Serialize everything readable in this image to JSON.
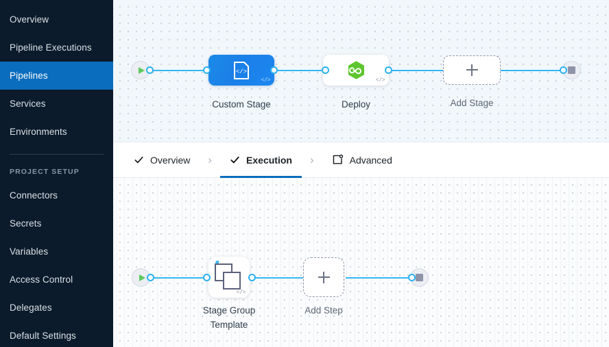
{
  "sidebar": {
    "items": [
      {
        "label": "Overview",
        "active": false
      },
      {
        "label": "Pipeline Executions",
        "active": false
      },
      {
        "label": "Pipelines",
        "active": true
      },
      {
        "label": "Services",
        "active": false
      },
      {
        "label": "Environments",
        "active": false
      }
    ],
    "section_label": "PROJECT SETUP",
    "setup_items": [
      {
        "label": "Connectors"
      },
      {
        "label": "Secrets"
      },
      {
        "label": "Variables"
      },
      {
        "label": "Access Control"
      },
      {
        "label": "Delegates"
      },
      {
        "label": "Default Settings"
      }
    ],
    "colors": {
      "background": "#0b1b2b",
      "active_background": "#0b6dbd",
      "text": "#d9e0e6"
    }
  },
  "tabs": {
    "items": [
      {
        "label": "Overview",
        "icon": "check-icon",
        "state": "complete",
        "active": false
      },
      {
        "label": "Execution",
        "icon": "check-icon",
        "state": "complete",
        "active": true
      },
      {
        "label": "Advanced",
        "icon": "advanced-icon",
        "state": "default",
        "active": false
      }
    ],
    "separator": "›",
    "active_underline_color": "#0b6dbd"
  },
  "stage_canvas": {
    "start_node": {
      "icon": "play-icon"
    },
    "end_node": {
      "icon": "stop-icon"
    },
    "nodes": [
      {
        "label": "Custom Stage",
        "type": "custom-stage",
        "icon": "custom-stage-icon",
        "badge": "</>",
        "color": "#1b7fe8"
      },
      {
        "label": "Deploy",
        "type": "deploy-stage",
        "icon": "cd-hexagon-icon",
        "badge": "</>",
        "color": "#5ec62f"
      },
      {
        "label": "Add Stage",
        "type": "add-stage",
        "icon": "plus-icon"
      }
    ]
  },
  "exec_canvas": {
    "start_node": {
      "icon": "play-icon"
    },
    "end_node": {
      "icon": "stop-icon"
    },
    "nodes": [
      {
        "label_line1": "Stage Group",
        "label_line2": "Template",
        "type": "stage-group-template",
        "icon": "stacked-squares-icon",
        "badge": "</>"
      },
      {
        "label": "Add Step",
        "type": "add-step",
        "icon": "plus-icon"
      }
    ]
  }
}
